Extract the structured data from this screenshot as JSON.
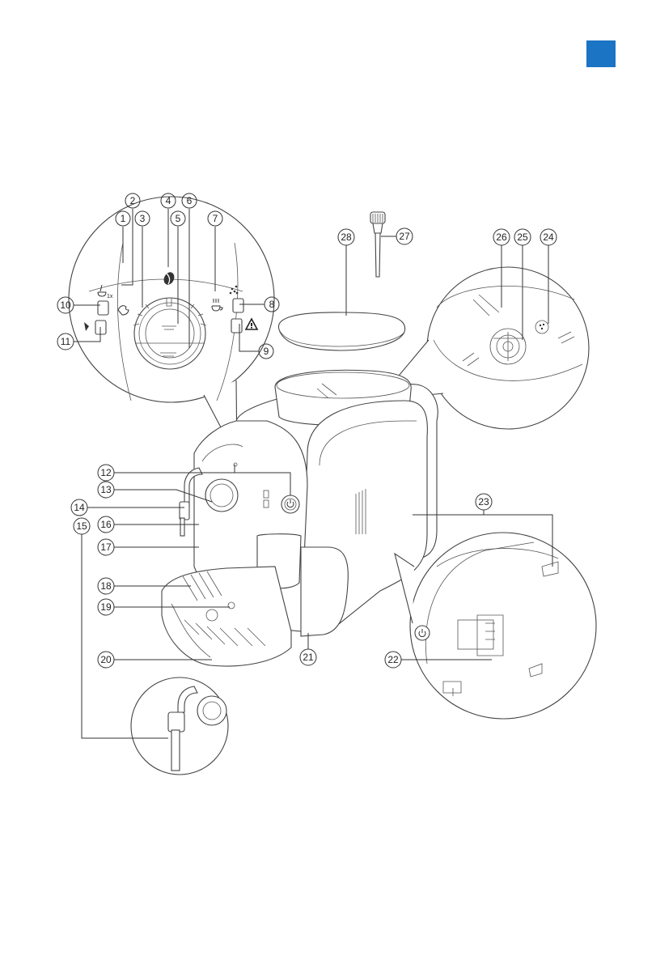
{
  "page": {
    "tab_color": "#1b74c4",
    "line_color": "#333333"
  },
  "diagram": {
    "subject": "coffee machine parts overview",
    "callouts": [
      {
        "number": "1"
      },
      {
        "number": "2"
      },
      {
        "number": "3"
      },
      {
        "number": "4"
      },
      {
        "number": "5"
      },
      {
        "number": "6"
      },
      {
        "number": "7"
      },
      {
        "number": "8"
      },
      {
        "number": "9"
      },
      {
        "number": "10"
      },
      {
        "number": "11"
      },
      {
        "number": "12"
      },
      {
        "number": "13"
      },
      {
        "number": "14"
      },
      {
        "number": "15"
      },
      {
        "number": "16"
      },
      {
        "number": "17"
      },
      {
        "number": "18"
      },
      {
        "number": "19"
      },
      {
        "number": "20"
      },
      {
        "number": "21"
      },
      {
        "number": "22"
      },
      {
        "number": "23"
      },
      {
        "number": "24"
      },
      {
        "number": "25"
      },
      {
        "number": "26"
      },
      {
        "number": "27"
      },
      {
        "number": "28"
      }
    ],
    "panel_glyphs": {
      "one_cup_marker": "1x"
    }
  }
}
